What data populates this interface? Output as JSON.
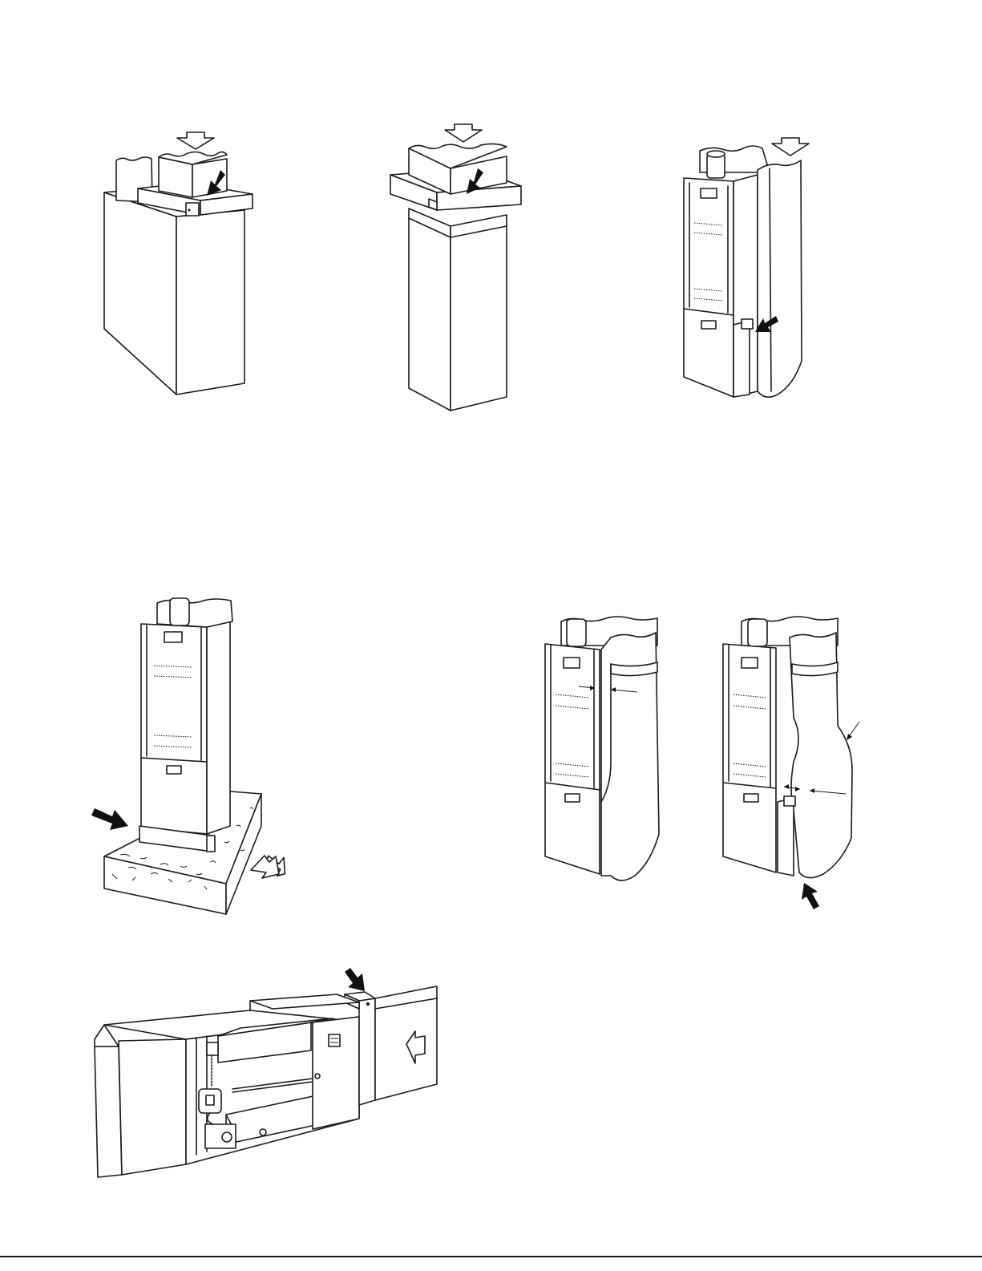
{
  "page": {
    "background": "#ffffff",
    "line_color": "#1a1a1a",
    "arrow_color": "#111111"
  },
  "figures": [
    {
      "id": "fig-top-left",
      "icons": [
        "hollow-arrow-down-icon",
        "black-arrow-icon"
      ]
    },
    {
      "id": "fig-top-middle",
      "icons": [
        "hollow-arrow-down-icon",
        "black-arrow-icon"
      ]
    },
    {
      "id": "fig-top-right",
      "icons": [
        "hollow-arrow-down-icon",
        "black-arrow-icon"
      ]
    },
    {
      "id": "fig-mid-left",
      "icons": [
        "black-arrow-icon",
        "hollow-arrow-icon"
      ]
    },
    {
      "id": "fig-mid-right-a",
      "icons": []
    },
    {
      "id": "fig-mid-right-b",
      "icons": [
        "black-arrow-up-icon"
      ]
    },
    {
      "id": "fig-bottom-left",
      "icons": [
        "black-arrow-icon",
        "hollow-arrow-left-icon"
      ]
    }
  ]
}
